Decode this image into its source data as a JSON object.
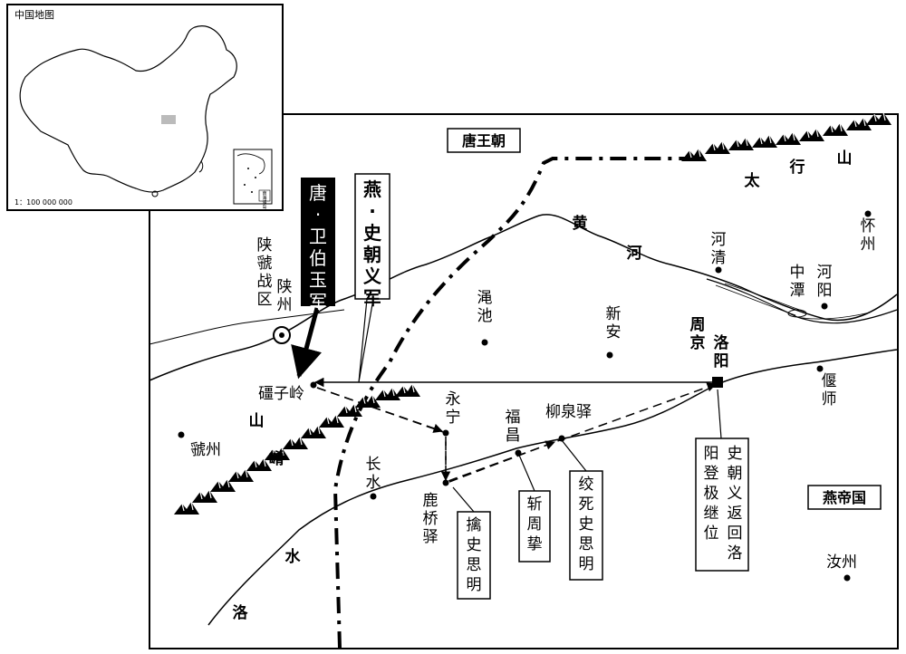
{
  "inset": {
    "title": "中国地图",
    "scale": "1：100 000 000",
    "south_sea_label": "南海诸岛"
  },
  "regions": {
    "tang": "唐王朝",
    "yan": "燕帝国"
  },
  "armies": {
    "wei_boyu": "唐·卫伯玉军",
    "shi_chaoyi": "燕·史朝义军"
  },
  "mountains": {
    "taihang": [
      "太",
      "行",
      "山"
    ],
    "yao": [
      "崤",
      "山"
    ]
  },
  "rivers": {
    "huang": [
      "黄",
      "河"
    ],
    "luo": [
      "洛",
      "水"
    ]
  },
  "places": {
    "shanzhou_a": "陕州",
    "shanzhou_b": "（陕虢战区）",
    "jiangziling": "礓子岭",
    "mianchi": "渑池",
    "xinan": "新安",
    "heqing": "河清",
    "zhongtan": "中潭",
    "heyang": "河阳",
    "huaizhou": "怀州",
    "luoyang": "洛阳",
    "zhoujing": "（周京）",
    "yanshi": "偃师",
    "guozhou": "虢州",
    "yongning": "永宁",
    "fuchang": "福昌",
    "liuquanyi": "柳泉驿",
    "changshui": "长水",
    "luqiaoyi": "鹿桥驿",
    "ruzhou": "汝州"
  },
  "events": {
    "capture": "擒史思明",
    "behead": "斩周挚",
    "strangle": "绞死史思明",
    "return": "史朝义返回洛阳登极继位"
  }
}
